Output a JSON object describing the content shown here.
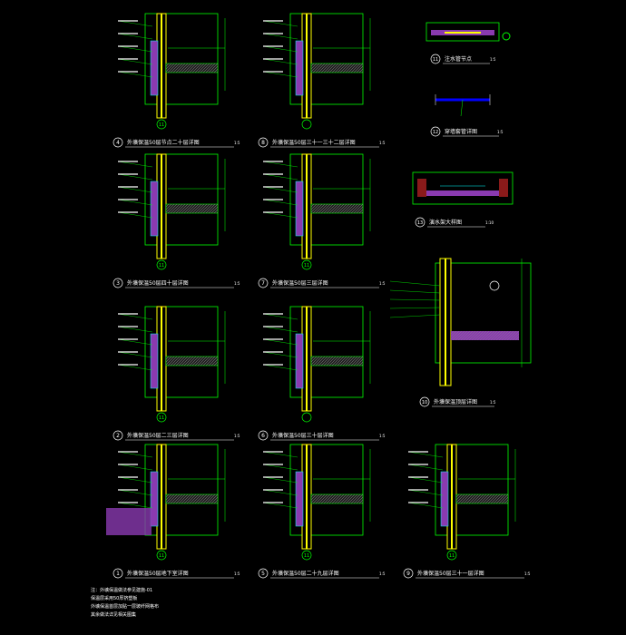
{
  "colors": {
    "background": "#000000",
    "frame": "#00ff00",
    "wall": "#ffff00",
    "insulation": "#8a3ab0",
    "slab": "#8a8a8a",
    "text": "#ffffff",
    "dim": "#00ff00",
    "pipe": "#0000ff",
    "cyan": "#00ffff"
  },
  "details": [
    {
      "num": "4",
      "title": "外壙保温50层节点二十层详图",
      "scale": "1:5",
      "axis": "11"
    },
    {
      "num": "8",
      "title": "外壙保温50层三十一三十二层详图",
      "scale": "1:5",
      "axis": ""
    },
    {
      "num": "3",
      "title": "外壙保温50层四十层详图",
      "scale": "1:5",
      "axis": "11"
    },
    {
      "num": "7",
      "title": "外壙保温50层三层详图",
      "scale": "1:5",
      "axis": "11"
    },
    {
      "num": "2",
      "title": "外壙保温50层二三层详图",
      "scale": "1:5",
      "axis": "11"
    },
    {
      "num": "6",
      "title": "外壙保温50层三十层详图",
      "scale": "1:5",
      "axis": ""
    },
    {
      "num": "1",
      "title": "外壙保温50层地下室详图",
      "scale": "1:5",
      "axis": "11"
    },
    {
      "num": "5",
      "title": "外壙保温50层二十九层详图",
      "scale": "1:5",
      "axis": "11"
    },
    {
      "num": "9",
      "title": "外壙保温50层三十一层详图",
      "scale": "1:5",
      "axis": "11"
    }
  ],
  "side_details": [
    {
      "num": "11",
      "title": "注水管节点",
      "scale": "1:5"
    },
    {
      "num": "12",
      "title": "穿墙套管详图",
      "scale": "1:5"
    },
    {
      "num": "13",
      "title": "演水架大样图",
      "scale": "1:10"
    },
    {
      "num": "10",
      "title": "外壙保温顶层详图",
      "scale": "1:5"
    }
  ],
  "notes": [
    "注：外壙保温做法参见建施-01",
    "保温层采用50厚挤塑板",
    "外壙保温首层加贴一层玻纤网格布",
    "其余做法详见相关图集"
  ]
}
